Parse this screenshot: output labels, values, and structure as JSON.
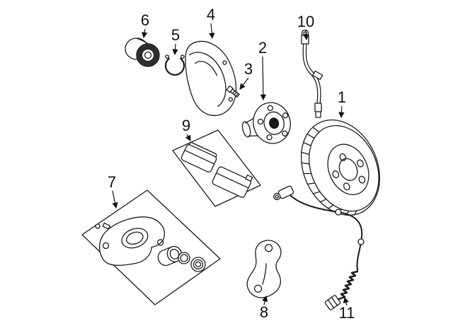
{
  "diagram": {
    "description": "Exploded parts diagram of a front disc brake assembly",
    "background": "#ffffff",
    "line_color": "#1a1a1a",
    "callouts": [
      {
        "label": "1",
        "part": "brake-rotor"
      },
      {
        "label": "2",
        "part": "wheel-hub"
      },
      {
        "label": "3",
        "part": "hub-bolt"
      },
      {
        "label": "4",
        "part": "splash-shield"
      },
      {
        "label": "5",
        "part": "snap-ring"
      },
      {
        "label": "6",
        "part": "wheel-bearing"
      },
      {
        "label": "7",
        "part": "brake-caliper-assembly"
      },
      {
        "label": "8",
        "part": "caliper-mounting-bracket"
      },
      {
        "label": "9",
        "part": "brake-pad-set"
      },
      {
        "label": "10",
        "part": "brake-hose"
      },
      {
        "label": "11",
        "part": "abs-wheel-speed-sensor"
      }
    ]
  }
}
